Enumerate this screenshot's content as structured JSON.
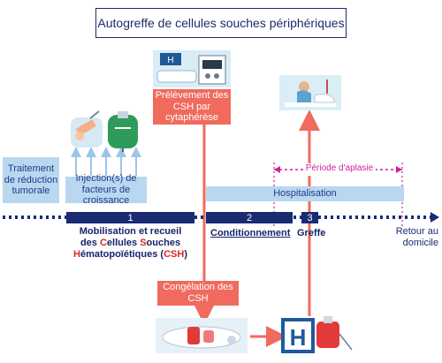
{
  "title": "Autogreffe de cellules souches périphériques",
  "boxes": {
    "traitement": "Traitement de réduction tumorale",
    "injection": "Injection(s) de facteurs de croissance",
    "prelevement": "Prélèvement des CSH par cytaphérèse",
    "congelation": "Congélation des CSH",
    "hospitalisation": "Hospitalisation",
    "aplasie": "Période d'aplasie"
  },
  "timeline": {
    "segments": [
      "1",
      "2",
      "3"
    ],
    "retour": "Retour au domicile"
  },
  "labels": {
    "mobilisation_parts": [
      "Mobilisation et recueil",
      "des ",
      "C",
      "ellules ",
      "S",
      "ouches",
      "H",
      "ématopoïétiques (",
      "CSH",
      ")"
    ],
    "conditionnement": "Conditionnement",
    "greffe": "Greffe"
  },
  "icons": {
    "hospital_letter": "H"
  },
  "colors": {
    "navy": "#1a2a73",
    "salmon": "#f06a5e",
    "pale_blue": "#b9d7ef",
    "magenta": "#d21f9a",
    "red_text": "#e0251b"
  }
}
